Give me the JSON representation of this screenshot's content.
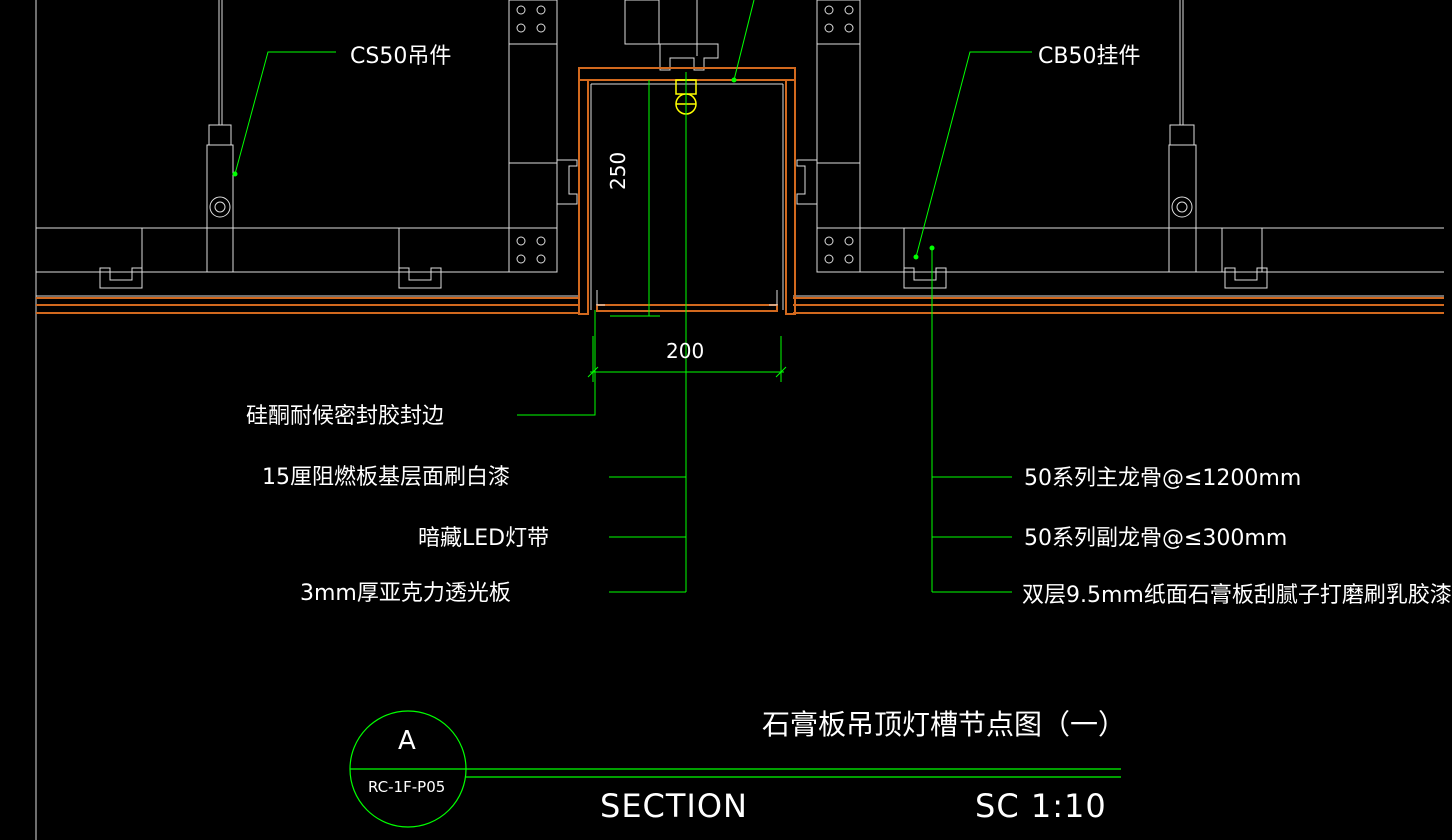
{
  "labels": {
    "cs50": "CS50吊件",
    "cb50": "CB50挂件",
    "dim_height": "250",
    "dim_width": "200",
    "silicone": "硅酮耐候密封胶封边",
    "fireboard": "15厘阻燃板基层面刷白漆",
    "led": "暗藏LED灯带",
    "acrylic": "3mm厚亚克力透光板",
    "main_keel": "50系列主龙骨@≤1200mm",
    "sub_keel": "50系列副龙骨@≤300mm",
    "gypsum": "双层9.5mm纸面石膏板刮腻子打磨刷乳胶漆"
  },
  "title_block": {
    "title": "石膏板吊顶灯槽节点图（一）",
    "detail_letter": "A",
    "sheet_ref": "RC-1F-P05",
    "section": "SECTION",
    "scale": "SC 1:10"
  },
  "colors": {
    "background": "#000000",
    "linework": "#ffffff",
    "leader": "#00ff00",
    "board": "#d2691e",
    "fixture": "#ffff00"
  }
}
